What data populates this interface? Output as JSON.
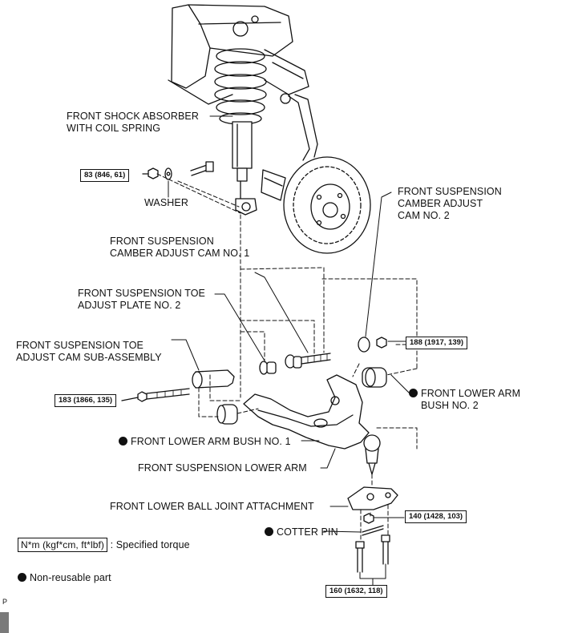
{
  "labels": {
    "shock_absorber": [
      "FRONT SHOCK ABSORBER",
      "WITH COIL SPRING"
    ],
    "washer": "WASHER",
    "camber_cam_2": [
      "FRONT SUSPENSION",
      "CAMBER ADJUST",
      "CAM NO. 2"
    ],
    "camber_cam_1": [
      "FRONT SUSPENSION",
      "CAMBER ADJUST CAM NO. 1"
    ],
    "toe_plate_2": [
      "FRONT SUSPENSION TOE",
      "ADJUST PLATE NO. 2"
    ],
    "toe_cam_sub": [
      "FRONT SUSPENSION TOE",
      "ADJUST CAM SUB-ASSEMBLY"
    ],
    "lower_arm_bush_2": [
      "FRONT LOWER ARM",
      "BUSH NO. 2"
    ],
    "lower_arm_bush_1": "FRONT LOWER ARM BUSH NO. 1",
    "lower_arm": "FRONT SUSPENSION LOWER ARM",
    "ball_joint_attachment": "FRONT LOWER BALL JOINT ATTACHMENT",
    "cotter_pin": "COTTER PIN"
  },
  "torques": {
    "shock_nut": "83 (846, 61)",
    "cam2_nut": "188 (1917, 139)",
    "toe_bolt": "183 (1866, 135)",
    "ball_joint_nut": "140 (1428, 103)",
    "attachment_bolts": "160 (1632, 118)"
  },
  "legend": {
    "torque_units": "N*m (kgf*cm, ft*lbf)",
    "torque_desc": ": Specified torque",
    "non_reusable": "Non-reusable part"
  },
  "corner_mark": "P"
}
